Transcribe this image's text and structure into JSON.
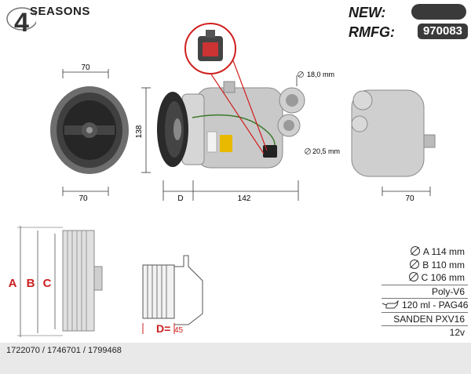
{
  "header": {
    "brand": "SEASONS",
    "brand_numeral": "4",
    "new_label": "NEW:",
    "rmfg_label": "RMFG:",
    "rmfg_value": "970083"
  },
  "dimensions": {
    "front_width": "70",
    "height": "138",
    "front_bottom_width": "70",
    "side_d": "D",
    "side_length": "142",
    "port1": "18,0 mm",
    "port2": "20,5 mm",
    "rear_width": "70",
    "pulley_a": "A",
    "pulley_b": "B",
    "pulley_c": "C",
    "clutch_d": "D=",
    "clutch_d_value": "45"
  },
  "specs": {
    "a": "A 114 mm",
    "b": "B 110 mm",
    "c": "C 106 mm",
    "belt": "Poly-V6",
    "oil": "120 ml - PAG46",
    "model": "SANDEN PXV16",
    "voltage": "12v"
  },
  "footer": {
    "references": "1722070 / 1746701 / 1799468"
  }
}
